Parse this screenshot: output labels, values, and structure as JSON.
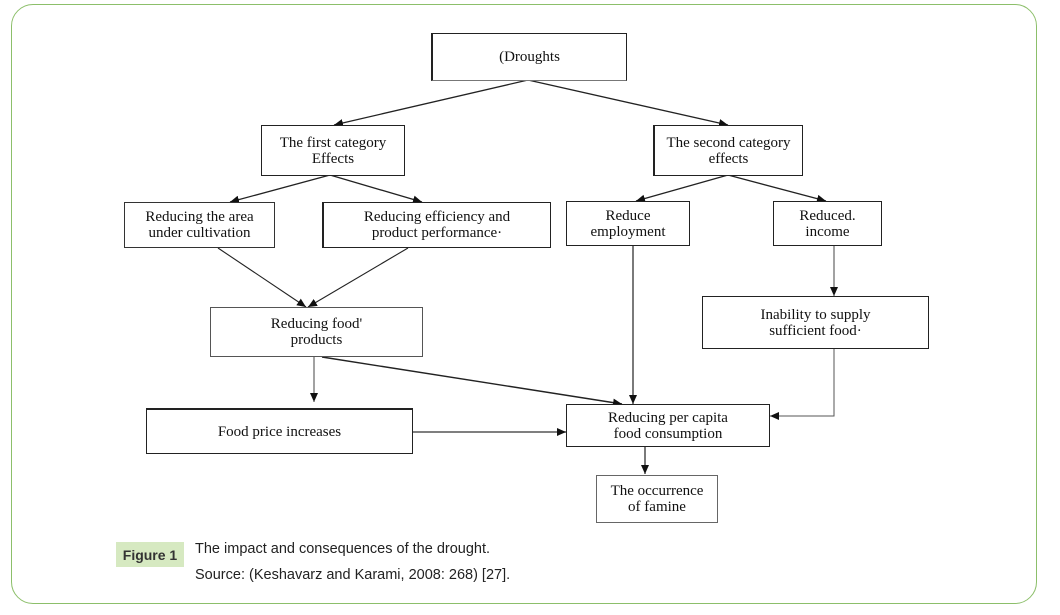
{
  "figure": {
    "label": "Figure 1",
    "caption": "The impact and consequences of the drought.",
    "source": "Source: (Keshavarz and Karami, 2008: 268) [27].",
    "frame_color": "#8cbf6a",
    "label_bg": "#d6e9c1"
  },
  "nodes": {
    "droughts": "(Droughts",
    "first_category": "The first category\nEffects",
    "second_category": "The second category\neffects",
    "reducing_area": "Reducing the area\nunder cultivation",
    "reducing_efficiency": "Reducing efficiency and\nproduct performance·",
    "reduce_employment": "Reduce\nemployment",
    "reduced_income": "Reduced.\nincome",
    "reducing_food_products": "Reducing food'\nproducts",
    "inability_supply": "Inability  to  supply\nsufficient  food·",
    "food_price": "Food price increases",
    "reducing_consumption": "Reducing per capita\nfood consumption",
    "famine": "The occurrence\nof famine"
  },
  "edges": [
    {
      "from": "droughts",
      "to": "first_category"
    },
    {
      "from": "droughts",
      "to": "second_category"
    },
    {
      "from": "first_category",
      "to": "reducing_area"
    },
    {
      "from": "first_category",
      "to": "reducing_efficiency"
    },
    {
      "from": "second_category",
      "to": "reduce_employment"
    },
    {
      "from": "second_category",
      "to": "reduced_income"
    },
    {
      "from": "reducing_area",
      "to": "reducing_food_products"
    },
    {
      "from": "reducing_efficiency",
      "to": "reducing_food_products"
    },
    {
      "from": "reduced_income",
      "to": "inability_supply"
    },
    {
      "from": "reducing_food_products",
      "to": "food_price"
    },
    {
      "from": "reducing_food_products",
      "to": "reducing_consumption"
    },
    {
      "from": "reduce_employment",
      "to": "reducing_consumption"
    },
    {
      "from": "food_price",
      "to": "reducing_consumption"
    },
    {
      "from": "inability_supply",
      "to": "reducing_consumption"
    },
    {
      "from": "reducing_consumption",
      "to": "famine"
    }
  ]
}
